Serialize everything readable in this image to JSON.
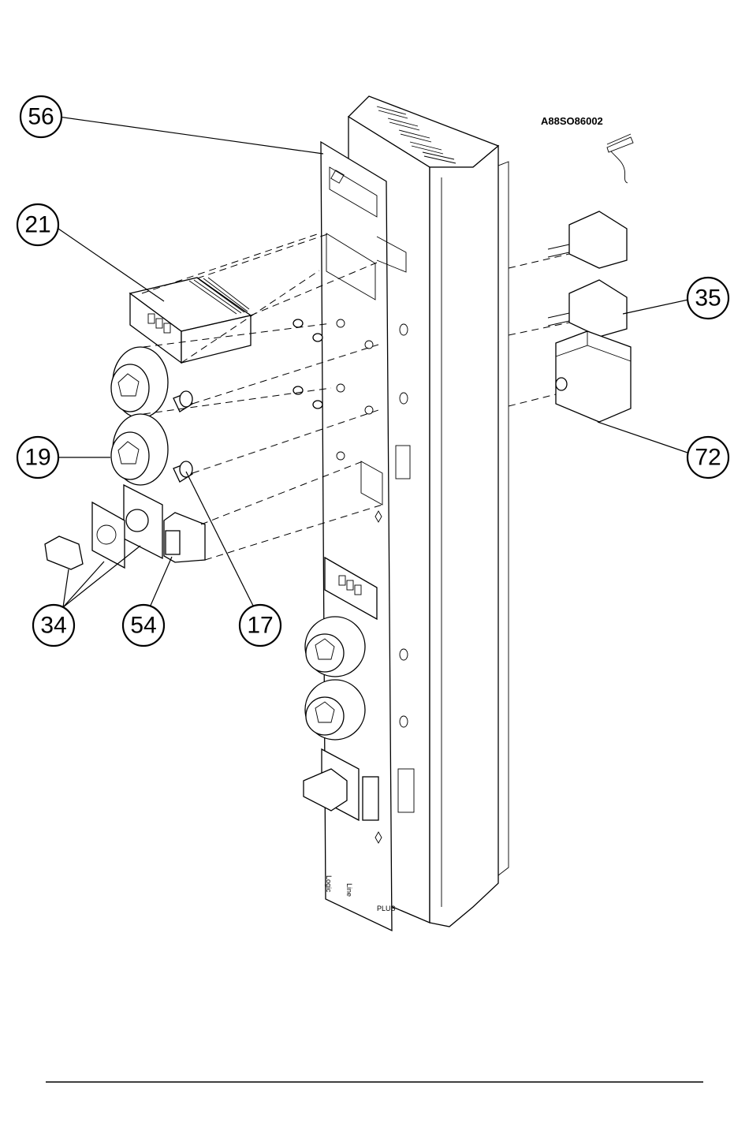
{
  "callouts": [
    {
      "id": "56",
      "label": "56"
    },
    {
      "id": "21",
      "label": "21"
    },
    {
      "id": "35",
      "label": "35"
    },
    {
      "id": "19",
      "label": "19"
    },
    {
      "id": "72",
      "label": "72"
    },
    {
      "id": "34",
      "label": "34"
    },
    {
      "id": "54",
      "label": "54"
    },
    {
      "id": "17",
      "label": "17"
    }
  ],
  "ref_code": "A88SO86002",
  "colors": {
    "line": "#000000",
    "background": "#ffffff"
  }
}
